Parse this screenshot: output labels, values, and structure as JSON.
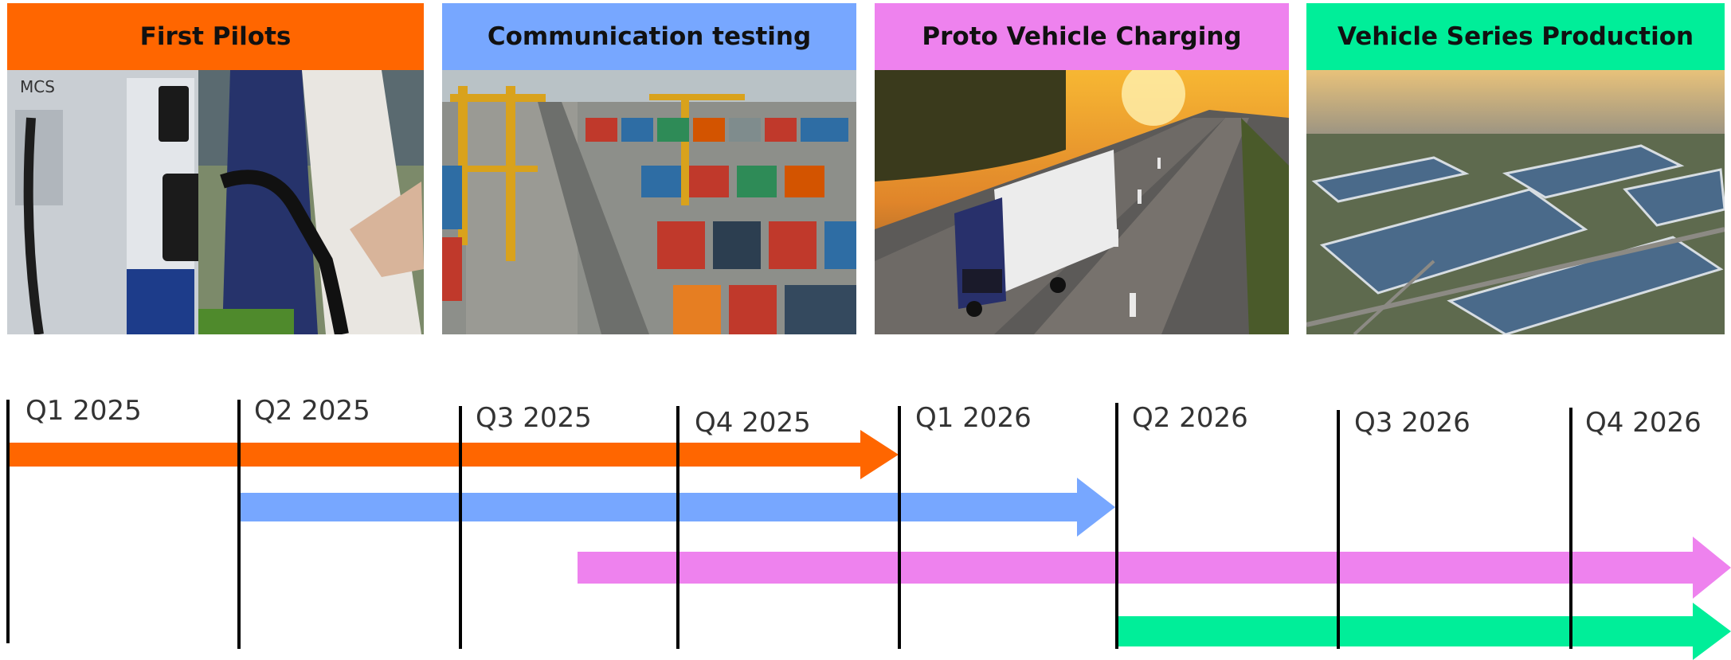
{
  "phases": [
    {
      "title": "First Pilots",
      "color": "#FF6600",
      "image": "charging-station-photo",
      "image_text": "MCS"
    },
    {
      "title": "Communication testing",
      "color": "#77A7FF",
      "image": "container-port-photo"
    },
    {
      "title": "Proto Vehicle Charging",
      "color": "#EE82EE",
      "image": "truck-highway-photo"
    },
    {
      "title": "Vehicle Series Production",
      "color": "#00EE99",
      "image": "warehouse-aerial-photo"
    }
  ],
  "quarters": [
    "Q1 2025",
    "Q2 2025",
    "Q3 2025",
    "Q4 2025",
    "Q1 2026",
    "Q2 2026",
    "Q3 2026",
    "Q4 2026"
  ],
  "timeline_bars": [
    {
      "phase": "First Pilots",
      "color": "#FF6600",
      "start": "Q1 2025",
      "end": "Q1 2026"
    },
    {
      "phase": "Communication testing",
      "color": "#77A7FF",
      "start": "Q2 2025",
      "end": "Q2 2026"
    },
    {
      "phase": "Proto Vehicle Charging",
      "color": "#EE82EE",
      "start": "mid Q3 2025",
      "end": "beyond Q4 2026"
    },
    {
      "phase": "Vehicle Series Production",
      "color": "#00EE99",
      "start": "Q2 2026",
      "end": "beyond Q4 2026"
    }
  ]
}
